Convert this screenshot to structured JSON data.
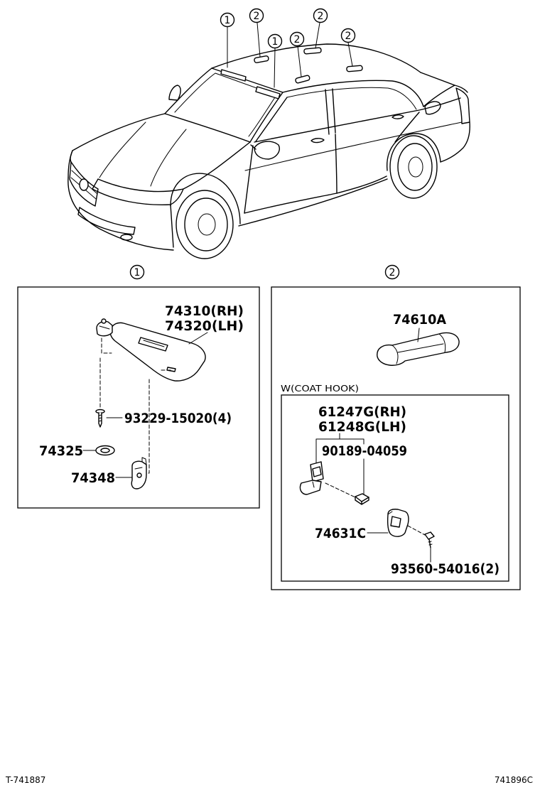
{
  "car": {
    "callouts": [
      "1",
      "2",
      "2",
      "1",
      "2",
      "2"
    ]
  },
  "section_1": {
    "ref": "1",
    "visor_rh": "74310(RH)",
    "visor_lh": "74320(LH)",
    "screw": "93229-15020(4)",
    "washer": "74325",
    "holder": "74348"
  },
  "section_2": {
    "ref": "2",
    "assist_grip": "74610A",
    "coat_hook_title": "W(COAT HOOK)",
    "coat_hook_rh": "61247G(RH)",
    "coat_hook_lh": "61248G(LH)",
    "clip": "90189-04059",
    "bracket": "74631C",
    "screw": "93560-54016(2)"
  },
  "footer": {
    "left_code": "T-741887",
    "right_code": "741896C"
  }
}
